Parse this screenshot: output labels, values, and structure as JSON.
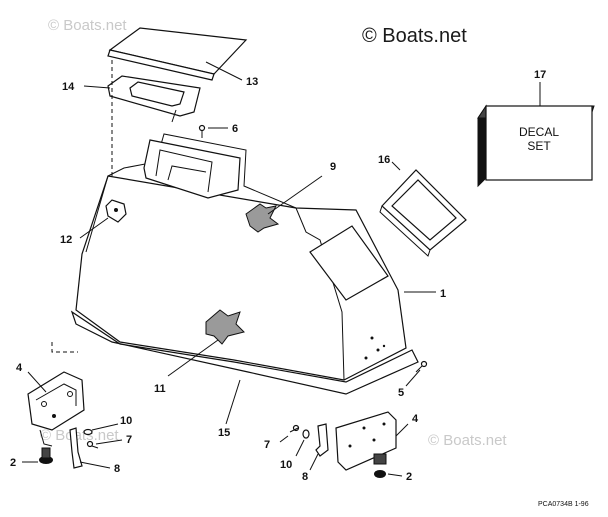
{
  "watermark": {
    "main": "© Boats.net",
    "faded_top_left": "© Boats.net",
    "faded_bottom_left": "© Boats.net",
    "faded_bottom_right": "© Boats.net"
  },
  "decal_box": {
    "line1": "DECAL",
    "line2": "SET"
  },
  "callouts": {
    "c1": "1",
    "c2a": "2",
    "c2b": "2",
    "c4a": "4",
    "c4b": "4",
    "c5": "5",
    "c6": "6",
    "c7a": "7",
    "c7b": "7",
    "c8a": "8",
    "c8b": "8",
    "c9": "9",
    "c10a": "10",
    "c10b": "10",
    "c11": "11",
    "c12": "12",
    "c13": "13",
    "c14": "14",
    "c15": "15",
    "c16": "16",
    "c17": "17"
  },
  "drawing_code": "PCA0734B  1-96"
}
